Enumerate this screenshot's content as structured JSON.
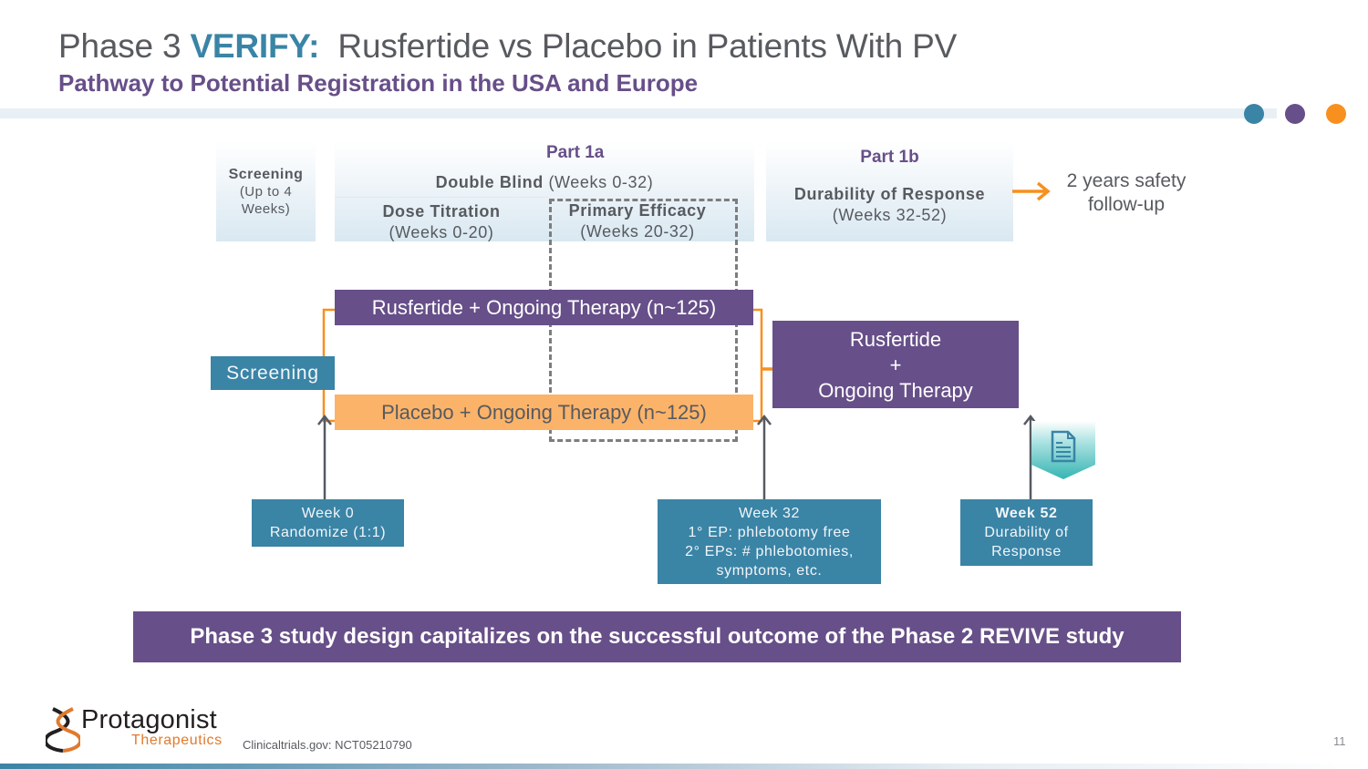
{
  "header": {
    "title_prefix": "Phase 3 ",
    "title_accent": "VERIFY:",
    "title_rest": "  Rusfertide vs Placebo in Patients With PV",
    "subtitle": "Pathway to Potential Registration in the USA and Europe"
  },
  "decor": {
    "dots": [
      {
        "name": "teal-dot",
        "color": "#3a84a6"
      },
      {
        "name": "purple-dot",
        "color": "#674f89"
      },
      {
        "name": "orange-dot",
        "color": "#f7901e"
      }
    ]
  },
  "timeline": {
    "screening": {
      "label": "Screening",
      "detail": "(Up to 4 Weeks)"
    },
    "part1a": {
      "label": "Part 1a",
      "double_blind_label": "Double Blind",
      "double_blind_weeks": " (Weeks 0-32)",
      "dose_titration": {
        "label": "Dose Titration",
        "weeks": "(Weeks 0-20)"
      },
      "primary_efficacy": {
        "label": "Primary Efficacy",
        "weeks": "(Weeks 20-32)"
      }
    },
    "part1b": {
      "label": "Part 1b",
      "durability_label": "Durability of Response",
      "durability_weeks": "(Weeks 32-52)"
    },
    "followup": "2 years safety follow-up"
  },
  "flow": {
    "screening_label": "Screening",
    "arm_rusfertide": "Rusfertide + Ongoing Therapy (n~125)",
    "arm_placebo": "Placebo + Ongoing Therapy (n~125)",
    "open_label": [
      "Rusfertide",
      "+",
      "Ongoing Therapy"
    ]
  },
  "milestones": {
    "week0": [
      "Week 0",
      "Randomize (1:1)"
    ],
    "week32": [
      "Week 32",
      "1° EP: phlebotomy free",
      "2° EPs: # phlebotomies,",
      "symptoms, etc."
    ],
    "week52": {
      "title": "Week 52",
      "lines": [
        "Durability of",
        "Response"
      ]
    }
  },
  "colors": {
    "teal": "#3a84a6",
    "purple": "#674f89",
    "orange": "#f7901e",
    "light_orange": "#fbb36a",
    "gray_text": "#575a5f"
  },
  "banner": "Phase 3 study design capitalizes on the successful outcome of the Phase 2 REVIVE study",
  "footer": {
    "logo_name": "Protagonist",
    "logo_sub": "Therapeutics",
    "citation": "Clinicaltrials.gov: NCT05210790",
    "page_number": "11"
  }
}
